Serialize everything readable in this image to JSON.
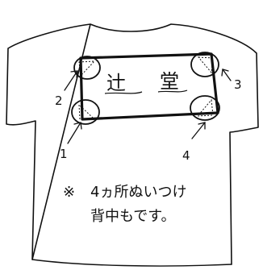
{
  "name_tag": {
    "chars": [
      "辻",
      "堂"
    ]
  },
  "corners": [
    {
      "label": "1"
    },
    {
      "label": "2"
    },
    {
      "label": "3"
    },
    {
      "label": "4"
    }
  ],
  "note": {
    "mark": "※",
    "line1": "4ヵ所ぬいつけ",
    "line2": "背中もです。"
  },
  "colors": {
    "ink": "#111111",
    "paper": "#ffffff"
  }
}
